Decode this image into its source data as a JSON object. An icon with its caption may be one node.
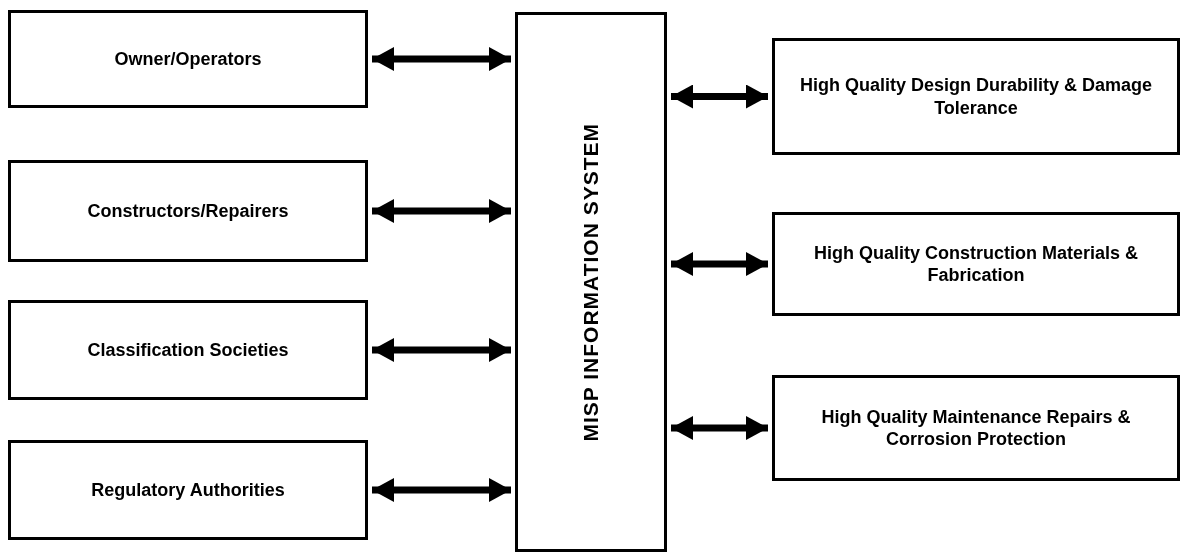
{
  "diagram": {
    "nodes": [
      {
        "text": [
          "Owner/Operators"
        ]
      },
      {
        "text": [
          "Constructors/Repairers"
        ]
      },
      {
        "text": [
          "Classification Societies"
        ]
      },
      {
        "text": [
          "Regulatory Authorities"
        ]
      },
      {
        "text": [
          "MISP INFORMATION SYSTEM"
        ]
      },
      {
        "text": [
          "High Quality Design Durability & Damage Tolerance"
        ]
      },
      {
        "text": [
          "High Quality Construction Materials & Fabrication"
        ]
      },
      {
        "text": [
          "High Quality Maintenance Repairs & Corrosion Protection"
        ]
      }
    ],
    "edges": [
      {
        "from": 0,
        "to": 4,
        "arrow": "both"
      },
      {
        "from": 1,
        "to": 4,
        "arrow": "both"
      },
      {
        "from": 2,
        "to": 4,
        "arrow": "both"
      },
      {
        "from": 3,
        "to": 4,
        "arrow": "both"
      },
      {
        "from": 4,
        "to": 5,
        "arrow": "both"
      },
      {
        "from": 4,
        "to": 6,
        "arrow": "both"
      },
      {
        "from": 4,
        "to": 7,
        "arrow": "both"
      }
    ]
  }
}
